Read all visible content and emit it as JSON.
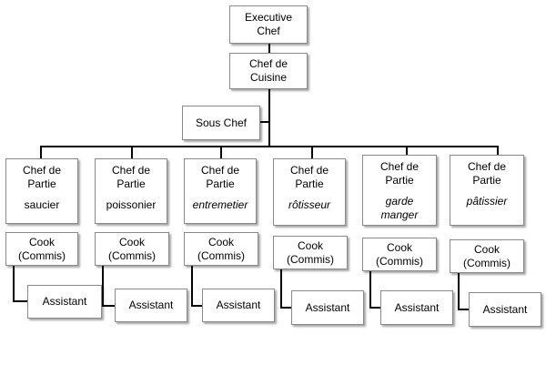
{
  "executive_chef": {
    "line1": "Executive",
    "line2": "Chef"
  },
  "chef_de_cuisine": {
    "line1": "Chef de",
    "line2": "Cuisine"
  },
  "sous_chef": {
    "label": "Sous Chef"
  },
  "stations": [
    {
      "title1": "Chef de",
      "title2": "Partie",
      "speciality": [
        "saucier"
      ],
      "italic": false
    },
    {
      "title1": "Chef de",
      "title2": "Partie",
      "speciality": [
        "poissonier"
      ],
      "italic": false
    },
    {
      "title1": "Chef de",
      "title2": "Partie",
      "speciality": [
        "entremetier"
      ],
      "italic": true
    },
    {
      "title1": "Chef de",
      "title2": "Partie",
      "speciality": [
        "rôtisseur"
      ],
      "italic": true
    },
    {
      "title1": "Chef de",
      "title2": "Partie",
      "speciality": [
        "garde",
        "manger"
      ],
      "italic": true
    },
    {
      "title1": "Chef de",
      "title2": "Partie",
      "speciality": [
        "pâtissier"
      ],
      "italic": true
    }
  ],
  "cook": {
    "line1": "Cook",
    "line2": "(Commis)"
  },
  "assistant": {
    "label": "Assistant"
  }
}
